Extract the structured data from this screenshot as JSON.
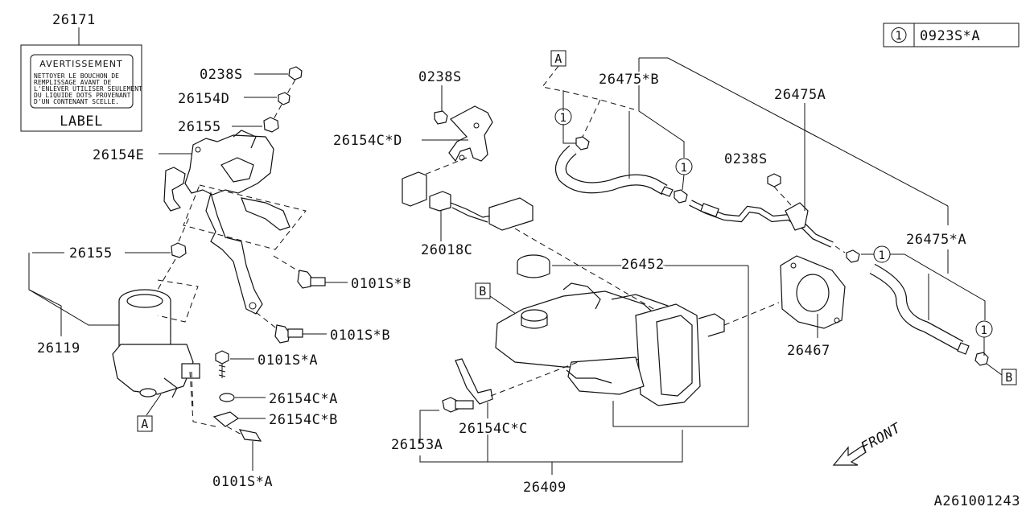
{
  "legend": {
    "circle_num": "1",
    "code": "0923S*A"
  },
  "label_box": {
    "part_number": "26171",
    "heading": "AVERTISSEMENT",
    "lines": [
      "NETTOYER LE BOUCHON DE",
      "REMPLISSAGE AVANT DE",
      "L'ENLEVER UTILISER SEULEMENT",
      "DU LIQUIDE DOTS PROVENANT",
      "D'UN CONTENANT SCELLE."
    ],
    "caption": "LABEL"
  },
  "callouts": {
    "c0238s_1": "0238S",
    "c26154d": "26154D",
    "c26155_1": "26155",
    "c26154e": "26154E",
    "c26155_2": "26155",
    "c26119": "26119",
    "c0101sb_1": "0101S*B",
    "c0101sb_2": "0101S*B",
    "c0101sa_1": "0101S*A",
    "c26154ca": "26154C*A",
    "c26154cb": "26154C*B",
    "c0101sa_2": "0101S*A",
    "c0238s_2": "0238S",
    "c26154cd": "26154C*D",
    "c26018c": "26018C",
    "c26475b": "26475*B",
    "c26475a": "26475A",
    "c0238s_3": "0238S",
    "c26475a2": "26475*A",
    "c26452": "26452",
    "c26467": "26467",
    "c26154cc": "26154C*C",
    "c26153a": "26153A",
    "c26409": "26409"
  },
  "refs": {
    "a1": "A",
    "a2": "A",
    "b1": "B",
    "b2": "B"
  },
  "circle_marks": [
    "1",
    "1",
    "1",
    "1"
  ],
  "front": "FRONT",
  "figure_id": "A261001243"
}
